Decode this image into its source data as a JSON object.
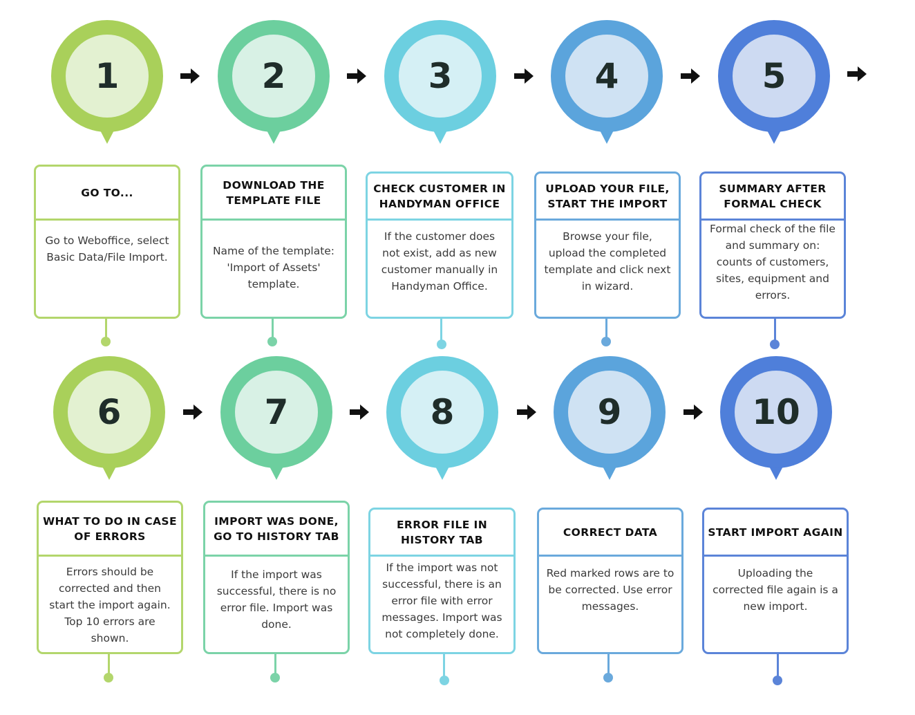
{
  "steps": [
    {
      "number": "1",
      "title": "GO TO...",
      "text": "Go to Weboffice, select Basic Data/File Import.",
      "outer": "#a9d05a",
      "inner": "#e3f1d1",
      "accent": "#b3d66c"
    },
    {
      "number": "2",
      "title": "DOWNLOAD THE TEMPLATE FILE",
      "text": "Name of the template: 'Import of Assets' template.",
      "outer": "#6ccf9e",
      "inner": "#d8f1e5",
      "accent": "#7bd3a8"
    },
    {
      "number": "3",
      "title": "CHECK CUSTOMER IN HANDYMAN OFFICE",
      "text": "If the customer does not exist, add as new customer manually in Handyman Office.",
      "outer": "#6ccfe0",
      "inner": "#d5f0f5",
      "accent": "#7dd4e3"
    },
    {
      "number": "4",
      "title": "UPLOAD YOUR FILE, START THE IMPORT",
      "text": "Browse your file, upload the completed template and click next in wizard.",
      "outer": "#5ba4dc",
      "inner": "#cfe2f3",
      "accent": "#6aa9dc"
    },
    {
      "number": "5",
      "title": "SUMMARY AFTER FORMAL CHECK",
      "text": "Formal check of the file and summary on: counts of customers, sites, equipment and errors.",
      "outer": "#4f7fda",
      "inner": "#cddaf2",
      "accent": "#5b84d8"
    },
    {
      "number": "6",
      "title": "WHAT TO DO IN CASE OF ERRORS",
      "text": "Errors should be corrected and then start the import again. Top 10 errors are shown.",
      "outer": "#a9d05a",
      "inner": "#e3f1d1",
      "accent": "#b3d66c"
    },
    {
      "number": "7",
      "title": "IMPORT WAS DONE, GO TO HISTORY TAB",
      "text": "If the import was successful, there is no error file. Import was done.",
      "outer": "#6ccf9e",
      "inner": "#d8f1e5",
      "accent": "#7bd3a8"
    },
    {
      "number": "8",
      "title": "ERROR FILE IN HISTORY TAB",
      "text": "If the import was not successful, there is an error file with error messages. Import was not completely done.",
      "outer": "#6ccfe0",
      "inner": "#d5f0f5",
      "accent": "#7dd4e3"
    },
    {
      "number": "9",
      "title": "CORRECT DATA",
      "text": "Red marked rows are to be corrected. Use error messages.",
      "outer": "#5ba4dc",
      "inner": "#cfe2f3",
      "accent": "#6aa9dc"
    },
    {
      "number": "10",
      "title": "START IMPORT AGAIN",
      "text": "Uploading the corrected file again is a new import.",
      "outer": "#4f7fda",
      "inner": "#cddaf2",
      "accent": "#5b84d8"
    }
  ]
}
